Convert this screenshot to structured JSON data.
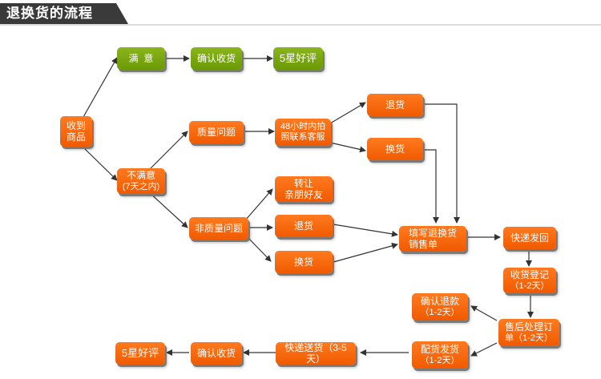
{
  "title": "退换货的流程",
  "nodes": {
    "satisfied": "满  意",
    "confirm_receipt_top": "确认收货",
    "five_star_top": "5星好评",
    "received": {
      "l1": "收到",
      "l2": "商品"
    },
    "unsatisfied": {
      "l1": "不满意",
      "l2": "(7天之内)"
    },
    "quality_issue": "质量问题",
    "photo_contact": {
      "l1": "48小时内拍",
      "l2": "照联系客服"
    },
    "return_top": "退货",
    "exchange_top": "换货",
    "non_quality_issue": "非质量问题",
    "transfer": {
      "l1": "转让",
      "l2": "亲朋好友"
    },
    "return_mid": "退货",
    "exchange_mid": "换货",
    "fill_form": {
      "l1": "填写退换货",
      "l2": "销售单"
    },
    "express_return": "快递发回",
    "receipt_register": {
      "l1": "收货登记",
      "l2": "（1-2天）"
    },
    "after_sales": {
      "l1": "售后处理订",
      "l2": "单（1-2天）"
    },
    "confirm_refund": {
      "l1": "确认退款",
      "l2": "（1-2天）"
    },
    "ship_goods": {
      "l1": "配货发货",
      "l2": "（1-2天）"
    },
    "express_delivery": "快递送货（3-5天）",
    "confirm_receipt_bottom": "确认收货",
    "five_star_bottom": "5星好评"
  },
  "colors": {
    "orange": "#f26b0f",
    "green": "#7aa812",
    "title_bg": "#3a3a3a",
    "arrow": "#333333"
  }
}
